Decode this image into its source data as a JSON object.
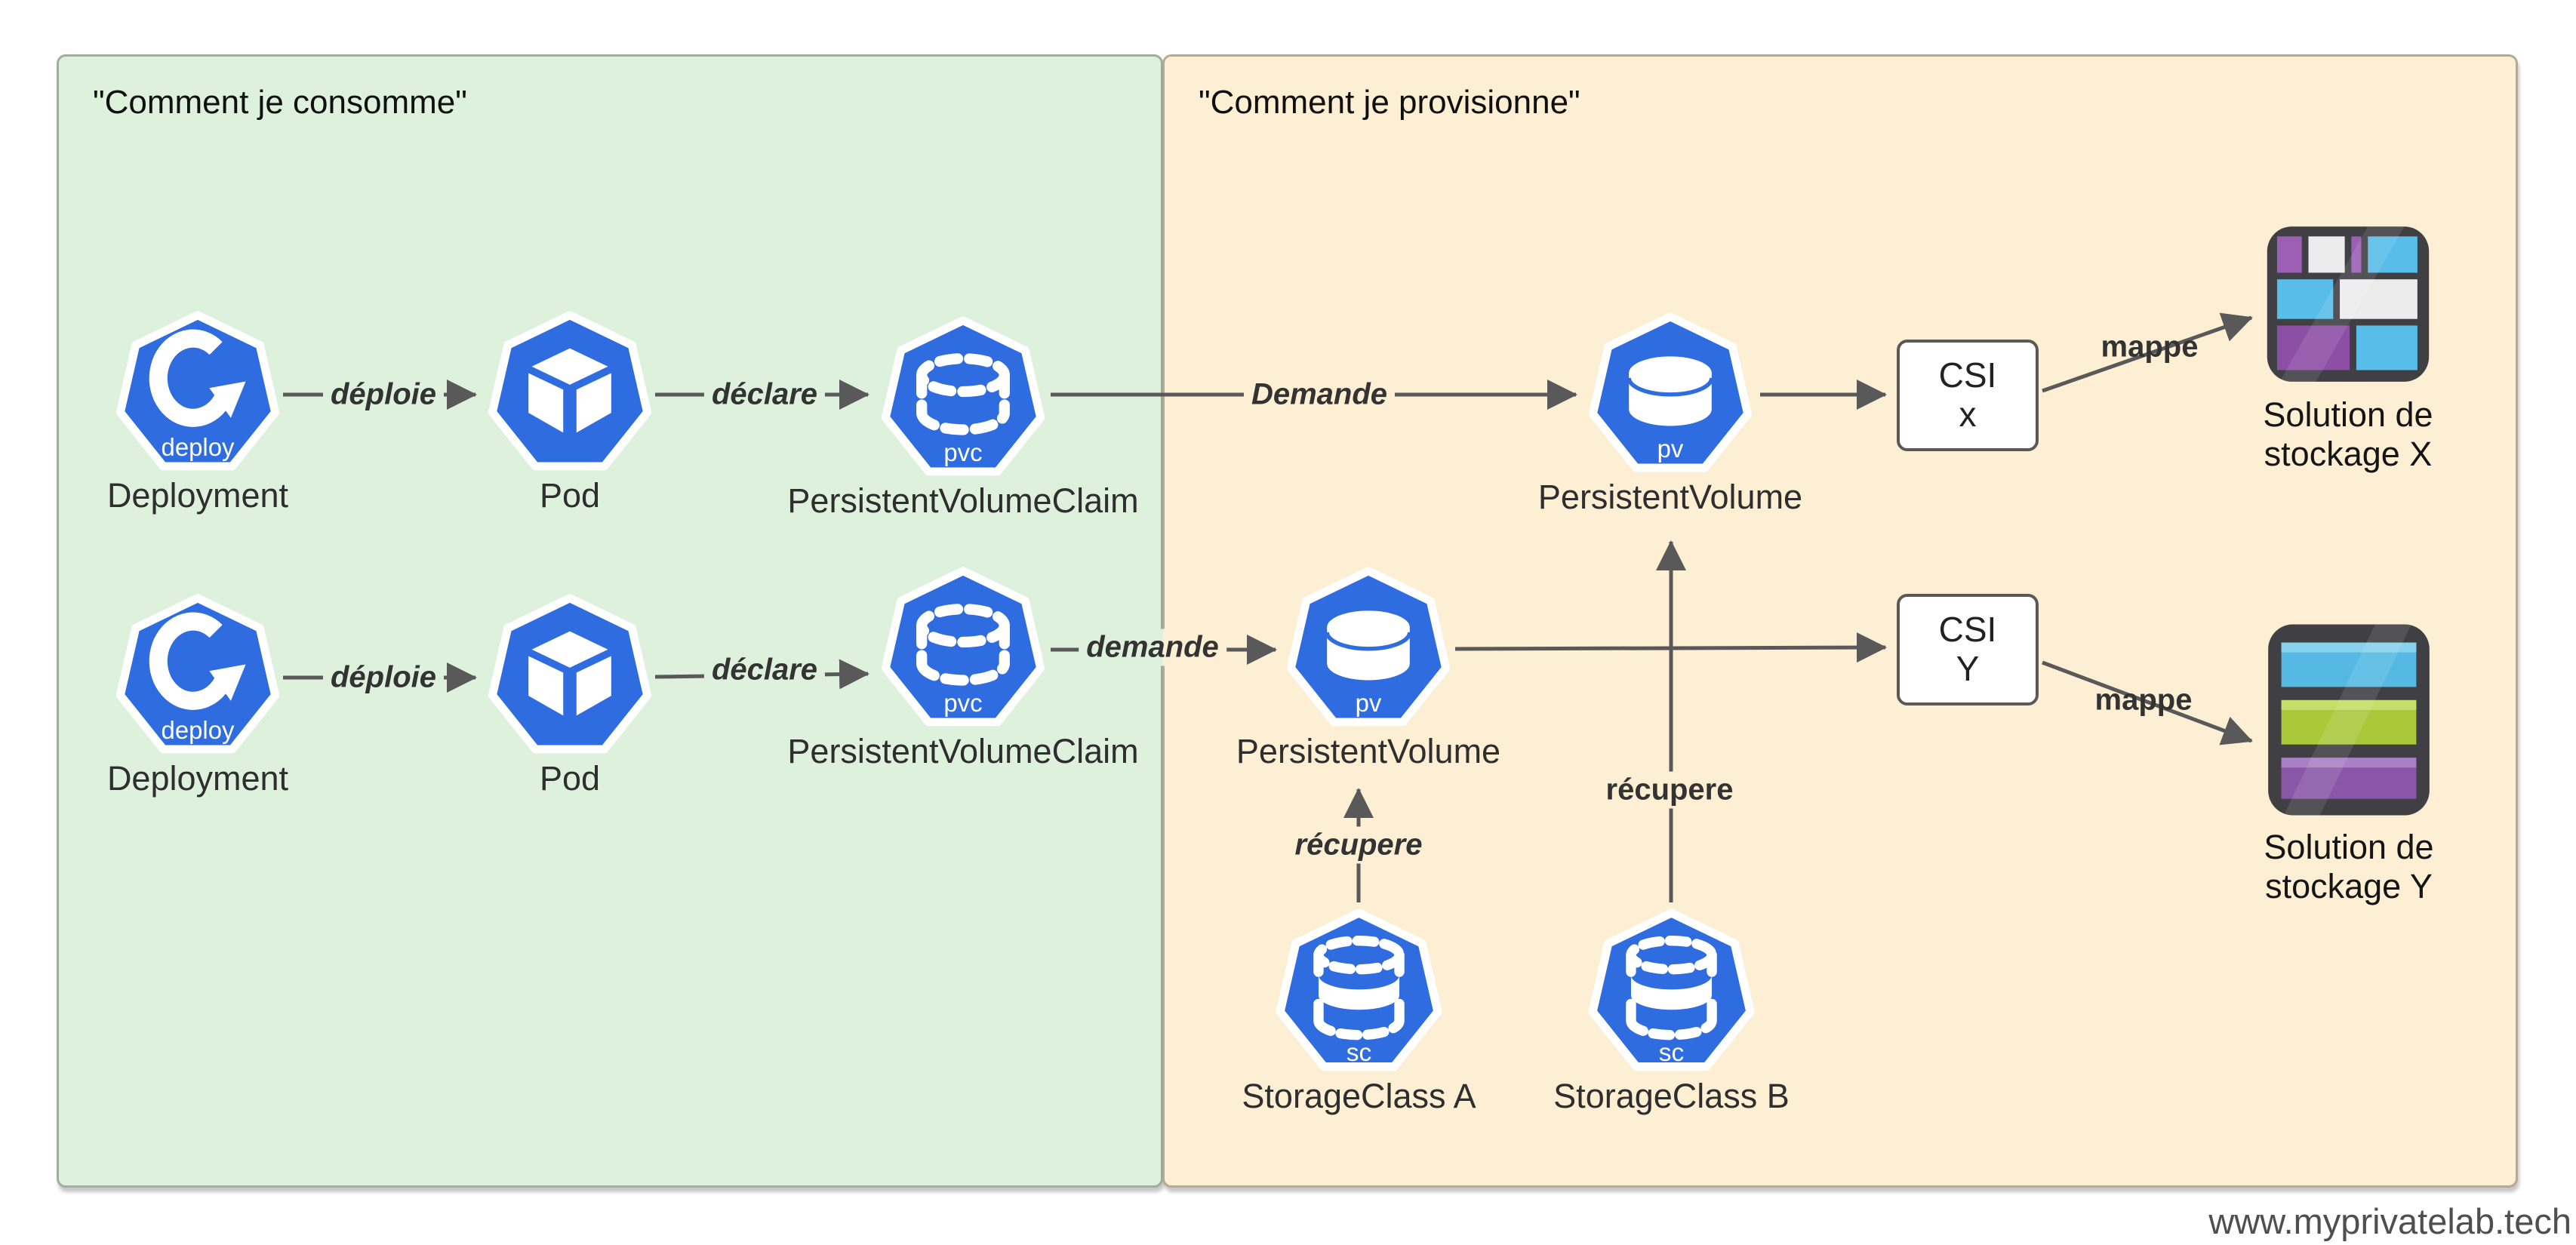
{
  "regions": {
    "consume_title": "\"Comment je consomme\"",
    "provision_title": "\"Comment je provisionne\""
  },
  "nodes": {
    "deploy1": {
      "label": "Deployment",
      "badge": "deploy"
    },
    "pod1": {
      "label": "Pod"
    },
    "pvc1": {
      "label": "PersistentVolumeClaim",
      "badge": "pvc"
    },
    "pv1": {
      "label": "PersistentVolume",
      "badge": "pv"
    },
    "csix": {
      "line1": "CSI",
      "line2": "x"
    },
    "solx": {
      "line1": "Solution de",
      "line2": "stockage X"
    },
    "deploy2": {
      "label": "Deployment",
      "badge": "deploy"
    },
    "pod2": {
      "label": "Pod"
    },
    "pvc2": {
      "label": "PersistentVolumeClaim",
      "badge": "pvc"
    },
    "pv2": {
      "label": "PersistentVolume",
      "badge": "pv"
    },
    "csiy": {
      "line1": "CSI",
      "line2": "Y"
    },
    "soly": {
      "line1": "Solution de",
      "line2": "stockage Y"
    },
    "sca": {
      "label": "StorageClass A",
      "badge": "sc"
    },
    "scb": {
      "label": "StorageClass B",
      "badge": "sc"
    }
  },
  "edges": {
    "deploie1": "déploie",
    "declare1": "déclare",
    "demande1": "Demande",
    "mappe1": "mappe",
    "deploie2": "déploie",
    "declare2": "déclare",
    "demande2": "demande",
    "mappe2": "mappe",
    "recupere_a": "récupere",
    "recupere_b": "récupere"
  },
  "watermark": "www.myprivatelab.tech",
  "colors": {
    "kubernetes_blue": "#2f6ce0",
    "arrow_gray": "#595959",
    "consume_bg": "#def1dd",
    "provision_bg": "#fcefd4"
  }
}
